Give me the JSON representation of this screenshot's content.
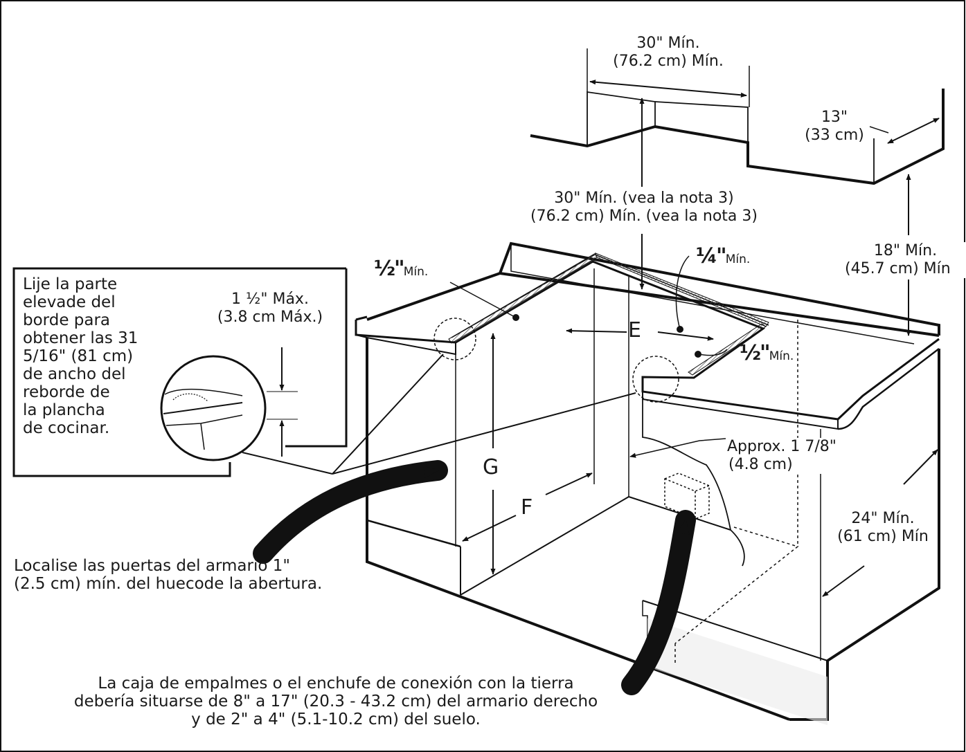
{
  "dims": {
    "top_width": {
      "line1": "30\" Mín.",
      "line2": "(76.2 cm) Mín."
    },
    "depth_13": {
      "line1": "13\"",
      "line2": "(33 cm)"
    },
    "clearance_30": {
      "line1": "30\" Mín. (vea la nota 3)",
      "line2": "(76.2 cm) Mín. (vea la nota 3)"
    },
    "clearance_18": {
      "line1": "18\" Mín.",
      "line2": "(45.7 cm) Mín"
    },
    "half_left": {
      "frac": "½\"",
      "sub": "Mín."
    },
    "quarter": {
      "frac": "¼\"",
      "sub": "Mín."
    },
    "half_right": {
      "frac": "½\"",
      "sub": "Mín."
    },
    "max_15": {
      "line1": "1 ½\" Máx.",
      "line2": "(3.8 cm Máx.)"
    },
    "approx": {
      "line1": "Approx. 1 7/8\"",
      "line2": "(4.8 cm)"
    },
    "min_24": {
      "line1": "24\" Mín.",
      "line2": "(61 cm) Mín"
    }
  },
  "letters": {
    "e": "E",
    "f": "F",
    "g": "G"
  },
  "notes": {
    "sand": [
      "Lije la parte",
      "elevade del",
      "borde para",
      "obtener las 31",
      "5/16\" (81 cm)",
      "de ancho del",
      "reborde de",
      "la plancha",
      "de cocinar."
    ],
    "doors": [
      "Localise las puertas del armario 1\"",
      "(2.5 cm) mín. del huecode la abertura."
    ],
    "junction": [
      "La caja de empalmes o el enchufe de conexión con la tierra",
      "debería situarse de 8\" a 17\" (20.3 - 43.2 cm) del armario derecho",
      "y de 2\" a 4\" (5.1-10.2 cm) del suelo."
    ]
  }
}
